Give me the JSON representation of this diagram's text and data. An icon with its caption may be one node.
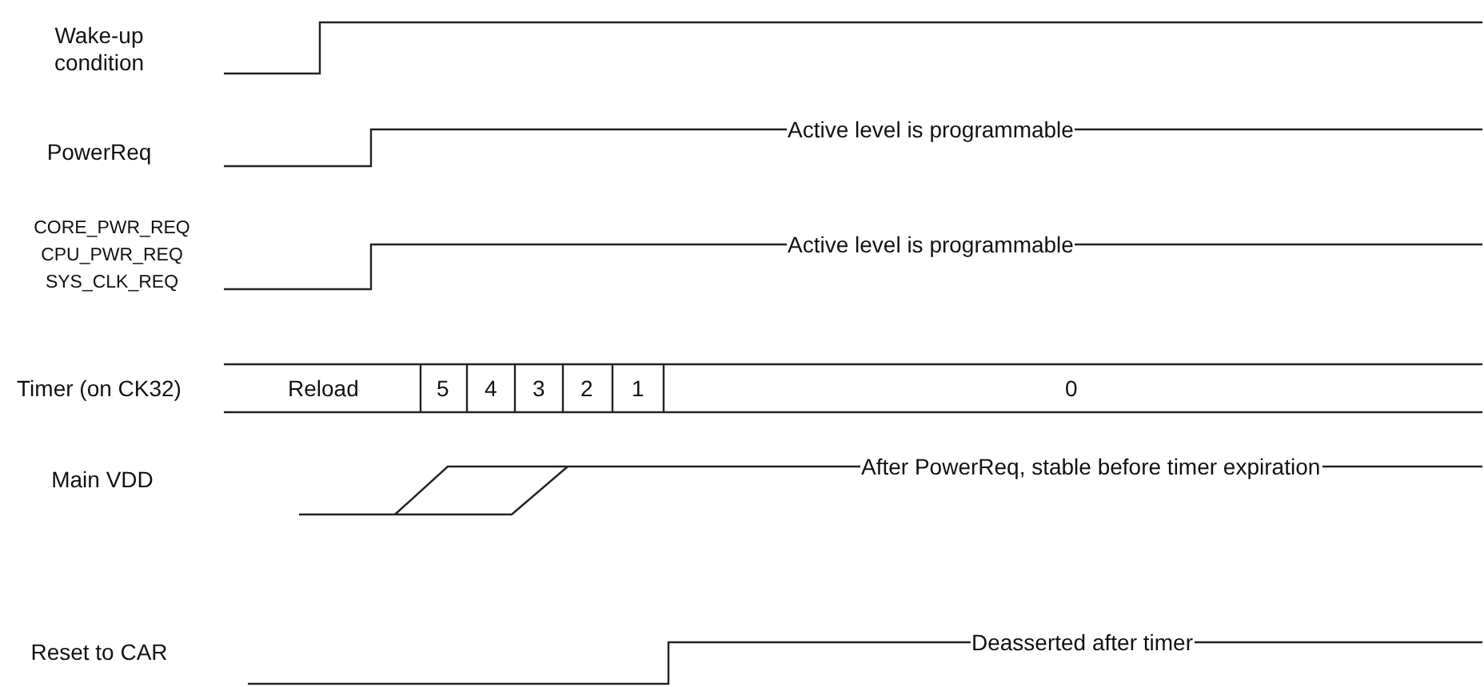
{
  "diagram": {
    "labels": [
      "Wake-up condition",
      "PowerReq",
      "Active level is programmable",
      "CORE_PWR_REQ",
      "CPU_PWR_REQ",
      "SYS_CLK_REQ",
      "Active level is programmable",
      "Timer (on CK32)",
      "Reload",
      "5",
      "4",
      "3",
      "2",
      "1",
      "0",
      "Main VDD",
      "After PowerReq, stable before timer expiration",
      "Reset to CAR",
      "Deasserted after timer"
    ]
  }
}
